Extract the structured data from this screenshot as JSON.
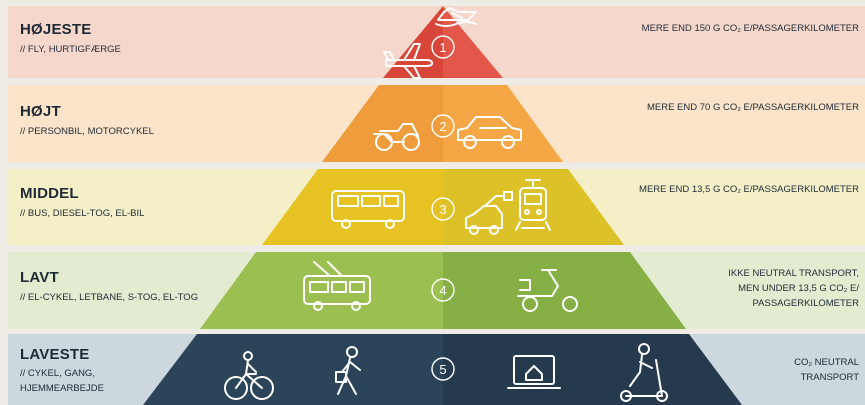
{
  "levels": [
    {
      "number": "1",
      "title": "HØJESTE",
      "subtitle": "// FLY, HURTIGFÆRGE",
      "emission": [
        "MERE END 150 G CO₂ E/PASSAGERKILOMETER"
      ],
      "band_color": "#f6d7cc",
      "left_color": "#d8463a",
      "right_color": "#e3574a",
      "icons": [
        "airplane-icon",
        "speedboat-icon"
      ]
    },
    {
      "number": "2",
      "title": "HØJT",
      "subtitle": "// PERSONBIL, MOTORCYKEL",
      "emission": [
        "MERE END 70 G CO₂ E/PASSAGERKILOMETER"
      ],
      "band_color": "#fbe4c9",
      "left_color": "#ef9d3c",
      "right_color": "#f5a745",
      "icons": [
        "motorcycle-icon",
        "car-icon"
      ]
    },
    {
      "number": "3",
      "title": "MIDDEL",
      "subtitle": "// BUS, DIESEL-TOG, EL-BIL",
      "emission": [
        "MERE END 13,5 G CO₂ E/PASSAGERKILOMETER"
      ],
      "band_color": "#f4efc6",
      "left_color": "#e6c222",
      "right_color": "#dcc128",
      "icons": [
        "bus-icon",
        "electric-car-icon",
        "train-icon"
      ]
    },
    {
      "number": "4",
      "title": "LAVT",
      "subtitle": "// EL-CYKEL, LETBANE, S-TOG, EL-TOG",
      "emission": [
        "IKKE NEUTRAL TRANSPORT,",
        "MEN UNDER 13,5 G CO₂ E/",
        "PASSAGERKILOMETER"
      ],
      "band_color": "#e3ebd0",
      "left_color": "#9cbf51",
      "right_color": "#86b045",
      "icons": [
        "trolleybus-icon",
        "electric-scooter-icon"
      ]
    },
    {
      "number": "5",
      "title": "LAVESTE",
      "subtitle": [
        "// CYKEL, GANG,",
        "HJEMMEARBEJDE"
      ],
      "emission": [
        "CO₂ NEUTRAL",
        "TRANSPORT"
      ],
      "band_color": "#cdd7de",
      "left_color": "#2c4459",
      "right_color": "#253a4d",
      "icons": [
        "bicycle-icon",
        "walking-person-icon",
        "home-office-icon",
        "kick-scooter-icon"
      ]
    }
  ]
}
